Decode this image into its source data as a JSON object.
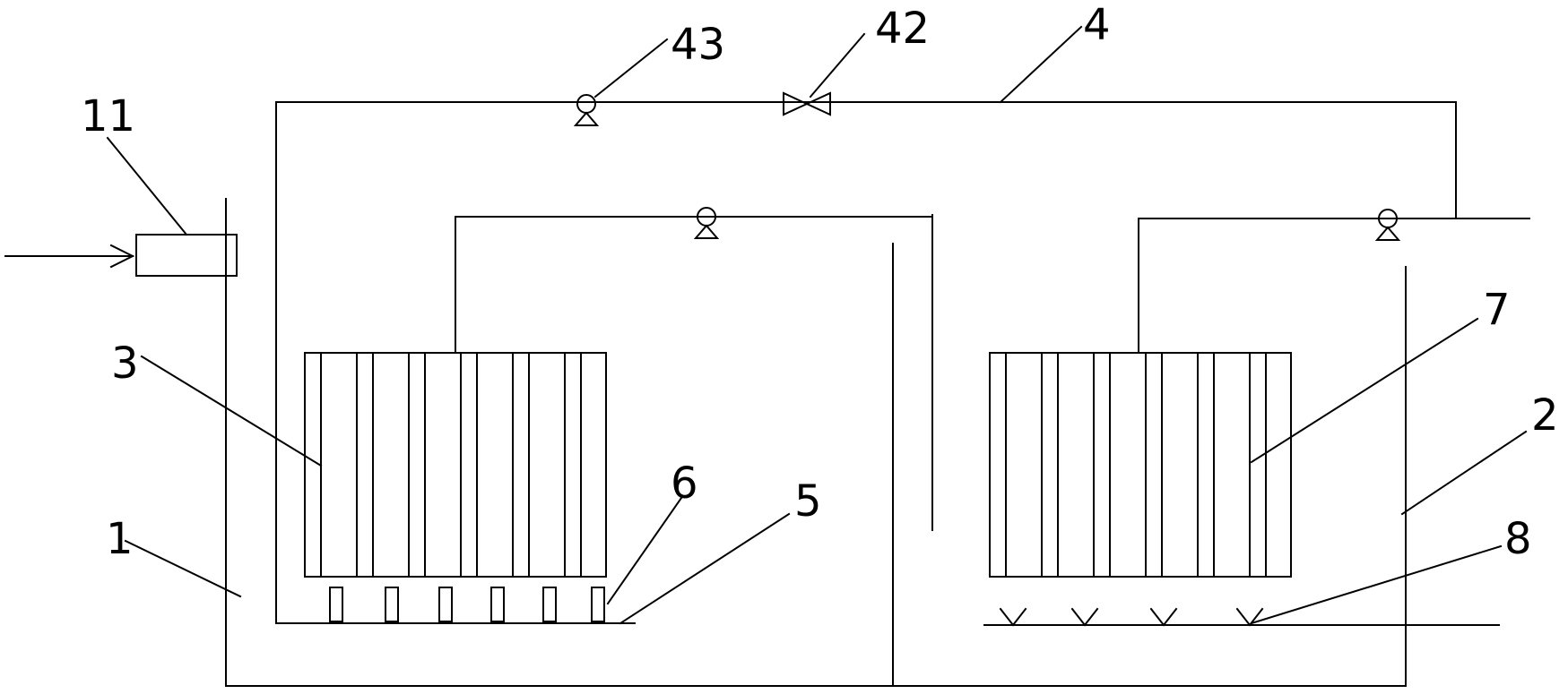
{
  "diagram": {
    "labels": {
      "inlet": "11",
      "tank_left": "1",
      "tank_right": "2",
      "membrane_left": "3",
      "return_pipe": "4",
      "valve": "42",
      "pump": "43",
      "aeration_pipe": "5",
      "aerators": "6",
      "membrane_right": "7",
      "diffusers": "8"
    },
    "colors": {
      "line": "#000000",
      "background": "#ffffff"
    }
  }
}
